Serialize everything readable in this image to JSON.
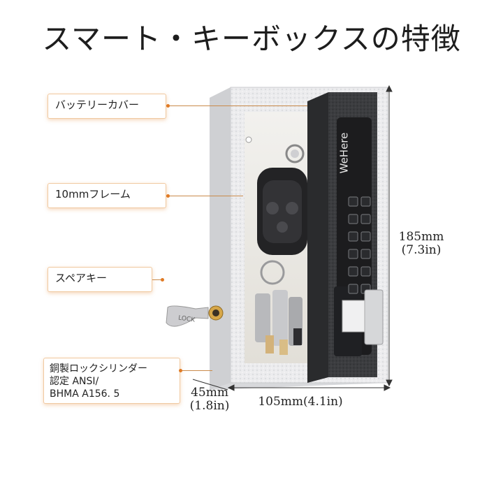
{
  "title": "スマート・キーボックスの特徴",
  "callouts": {
    "battery_cover": "バッテリーカバー",
    "frame": "10mmフレーム",
    "spare_key": "スペアキー",
    "cylinder_line1": "銅製ロックシリンダー",
    "cylinder_line2": "認定 ANSI/",
    "cylinder_line3": "BHMA A156. 5"
  },
  "product": {
    "brand": "WeHere",
    "key_tag": "LOCK",
    "keypad_keys": 12
  },
  "dimensions": {
    "height_mm": "185mm",
    "height_in": "(7.3in)",
    "width": "105mm(4.1in)",
    "depth_mm": "45mm",
    "depth_in": "(1.8in)"
  },
  "colors": {
    "accent": "#e07a24",
    "body": "#e9eaec",
    "door": "#3a3b3d",
    "keypad": "#1c1c1e"
  }
}
